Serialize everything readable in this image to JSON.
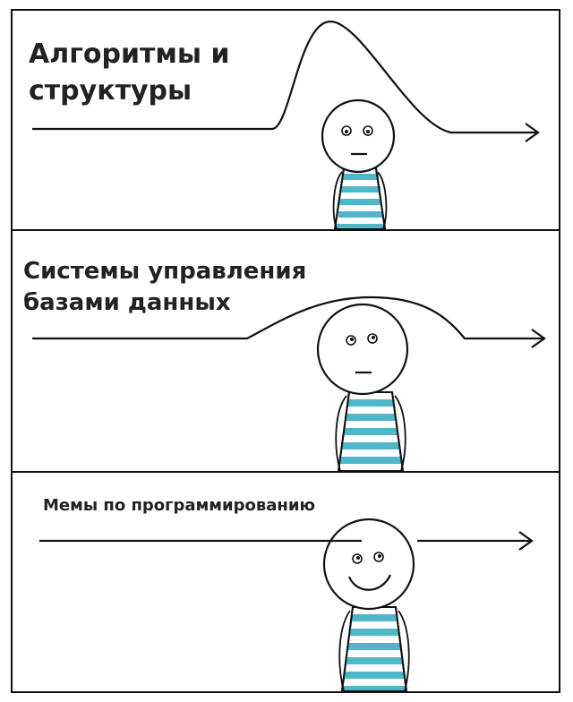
{
  "panels": [
    {
      "caption_line1": "Алгоритмы и",
      "caption_line2": "структуры",
      "face": "neutral"
    },
    {
      "caption_line1": "Системы управления",
      "caption_line2": "базами данных",
      "face": "neutral"
    },
    {
      "caption_line1": "Мемы по программированию",
      "face": "smiling"
    }
  ],
  "colors": {
    "stroke": "#111111",
    "shirt_stripe": "#4fb7c9",
    "background": "#ffffff"
  }
}
